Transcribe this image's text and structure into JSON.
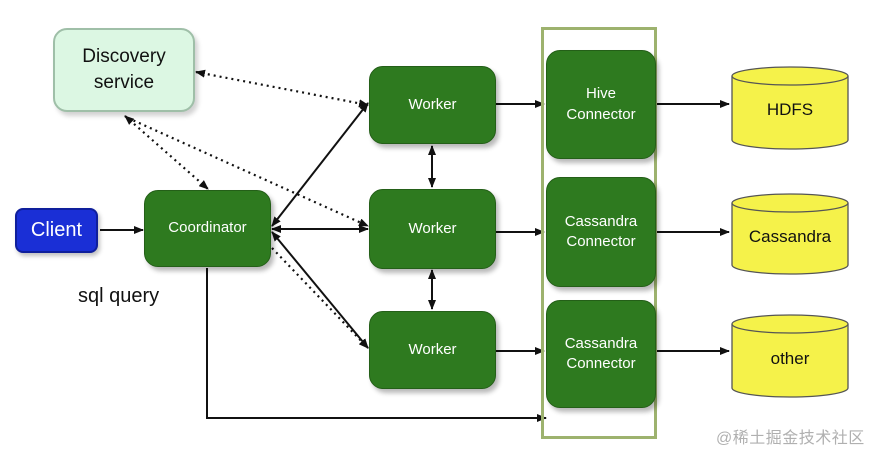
{
  "nodes": {
    "discovery": "Discovery\nservice",
    "client": "Client",
    "coordinator": "Coordinator",
    "worker1": "Worker",
    "worker2": "Worker",
    "worker3": "Worker",
    "connector1": "Hive\nConnector",
    "connector2": "Cassandra\nConnector",
    "connector3": "Cassandra\nConnector"
  },
  "stores": {
    "hdfs": "HDFS",
    "cassandra": "Cassandra",
    "other": "other"
  },
  "labels": {
    "sql_query": "sql query"
  },
  "watermark": "@稀土掘金技术社区",
  "colors": {
    "green_box": "#2e7a1f",
    "client_blue": "#1a2fd6",
    "discovery_fill": "#dcf7e3",
    "store_yellow": "#f5f24a",
    "connector_frame": "#9db26e"
  }
}
